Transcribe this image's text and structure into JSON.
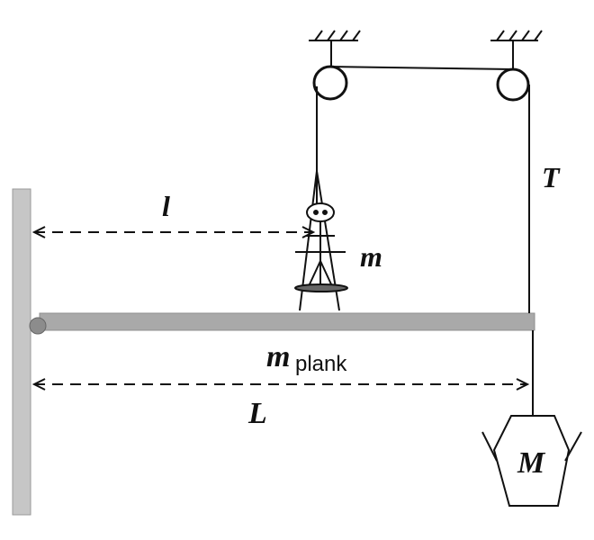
{
  "labels": {
    "distance_small": "l",
    "person_mass": "m",
    "tension": "T",
    "plank_mass_main": "m",
    "plank_mass_sub": "plank",
    "length": "L",
    "hanging_mass": "M"
  },
  "colors": {
    "plank": "#a9a9a9",
    "wall": "#c6c6c6",
    "line": "#111111",
    "hinge": "#8c8c8c"
  }
}
